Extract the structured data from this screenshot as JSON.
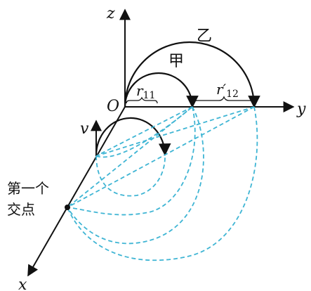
{
  "axes": {
    "x": "x",
    "y": "y",
    "z": "z",
    "origin": "O"
  },
  "labels": {
    "velocity": "v",
    "path_jia": "甲",
    "path_yi": "乙",
    "r11_base": "r",
    "r11_sub": "11",
    "r12_base": "r′",
    "r12_sub": "12",
    "intersection_line1": "第一个",
    "intersection_line2": "交点"
  },
  "colors": {
    "axis": "#111111",
    "dashed": "#3fb5d4"
  }
}
